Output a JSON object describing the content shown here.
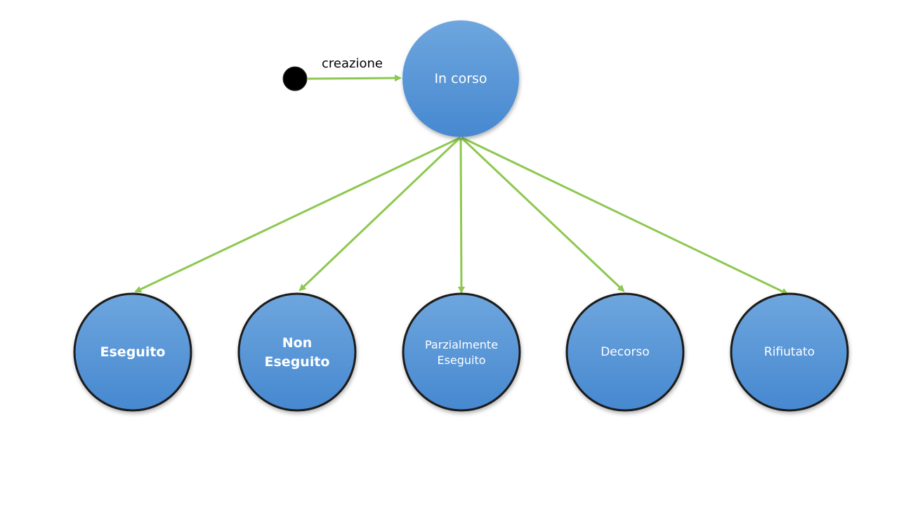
{
  "diagram": {
    "initial_transition": {
      "label": "creazione"
    },
    "states": {
      "in_corso": {
        "label": "In corso"
      },
      "eseguito": {
        "label": "Eseguito"
      },
      "non_eseguito": {
        "line1": "Non",
        "line2": "Eseguito"
      },
      "parzialmente_eseguito": {
        "line1": "Parzialmente",
        "line2": "Eseguito"
      },
      "decorso": {
        "label": "Decorso"
      },
      "rifiutato": {
        "label": "Rifiutato"
      }
    }
  },
  "colors": {
    "node_fill_top": "#72a7de",
    "node_fill_bottom": "#4a8bcf",
    "node_border": "#1a1a1a",
    "edge": "#8dc850",
    "initial_dot": "#000000"
  }
}
